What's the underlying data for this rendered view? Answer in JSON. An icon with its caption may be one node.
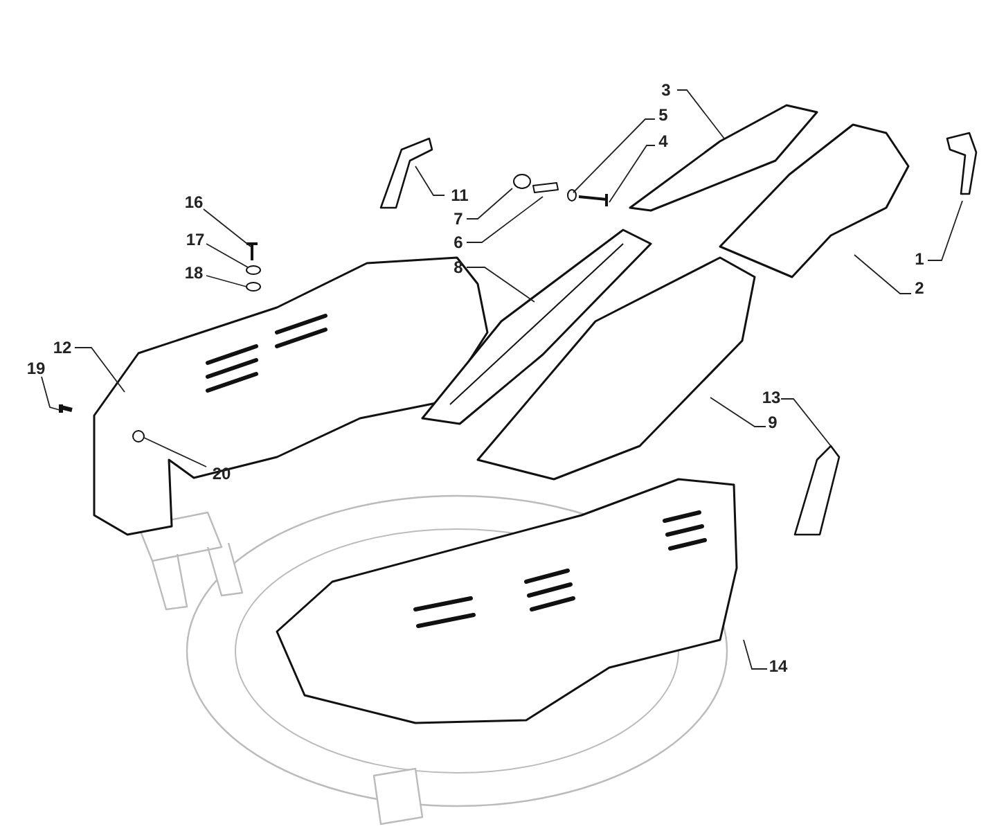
{
  "diagram": {
    "nodes": [
      {
        "text": [
          "3"
        ]
      },
      {
        "text": [
          "5"
        ]
      },
      {
        "text": [
          "4"
        ]
      },
      {
        "text": [
          "11"
        ]
      },
      {
        "text": [
          "7"
        ]
      },
      {
        "text": [
          "16"
        ]
      },
      {
        "text": [
          "6"
        ]
      },
      {
        "text": [
          "1"
        ]
      },
      {
        "text": [
          "17"
        ]
      },
      {
        "text": [
          "8"
        ]
      },
      {
        "text": [
          "18"
        ]
      },
      {
        "text": [
          "2"
        ]
      },
      {
        "text": [
          "12"
        ]
      },
      {
        "text": [
          "19"
        ]
      },
      {
        "text": [
          "13"
        ]
      },
      {
        "text": [
          "9"
        ]
      },
      {
        "text": [
          "20"
        ]
      },
      {
        "text": [
          "14"
        ]
      }
    ],
    "edges": [
      {
        "from": 0,
        "to": null,
        "arrow": "none"
      },
      {
        "from": 1,
        "to": null,
        "arrow": "none"
      },
      {
        "from": 2,
        "to": null,
        "arrow": "none"
      },
      {
        "from": 3,
        "to": null,
        "arrow": "none"
      },
      {
        "from": 4,
        "to": null,
        "arrow": "none"
      },
      {
        "from": 5,
        "to": null,
        "arrow": "none"
      },
      {
        "from": 6,
        "to": null,
        "arrow": "none"
      },
      {
        "from": 7,
        "to": null,
        "arrow": "none"
      },
      {
        "from": 8,
        "to": null,
        "arrow": "none"
      },
      {
        "from": 9,
        "to": null,
        "arrow": "none"
      },
      {
        "from": 10,
        "to": null,
        "arrow": "none"
      },
      {
        "from": 11,
        "to": null,
        "arrow": "none"
      },
      {
        "from": 12,
        "to": null,
        "arrow": "none"
      },
      {
        "from": 13,
        "to": null,
        "arrow": "none"
      },
      {
        "from": 14,
        "to": null,
        "arrow": "none"
      },
      {
        "from": 15,
        "to": null,
        "arrow": "none"
      },
      {
        "from": 16,
        "to": null,
        "arrow": "none"
      },
      {
        "from": 17,
        "to": null,
        "arrow": "none"
      }
    ]
  }
}
